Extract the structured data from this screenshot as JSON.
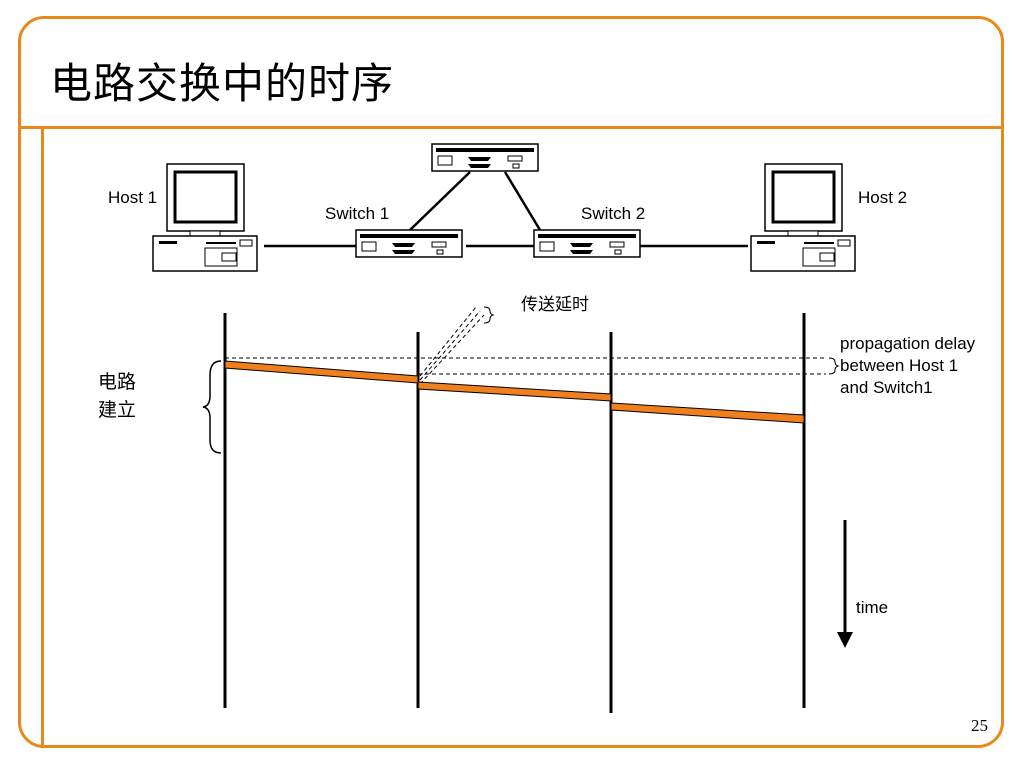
{
  "slide": {
    "title": "电路交换中的时序",
    "page_number": "25"
  },
  "topology": {
    "host1_label": "Host 1",
    "host2_label": "Host 2",
    "switch1_label": "Switch 1",
    "switch2_label": "Switch 2"
  },
  "timing": {
    "transmission_delay_label": "传送延时",
    "circuit_setup_line1": "电路",
    "circuit_setup_line2": "建立",
    "propagation_line1": "propagation delay",
    "propagation_line2": "between Host 1",
    "propagation_line3": "and Switch1",
    "time_label": "time"
  },
  "colors": {
    "accent": "#e8891a",
    "message_bar": "#f0801e"
  }
}
